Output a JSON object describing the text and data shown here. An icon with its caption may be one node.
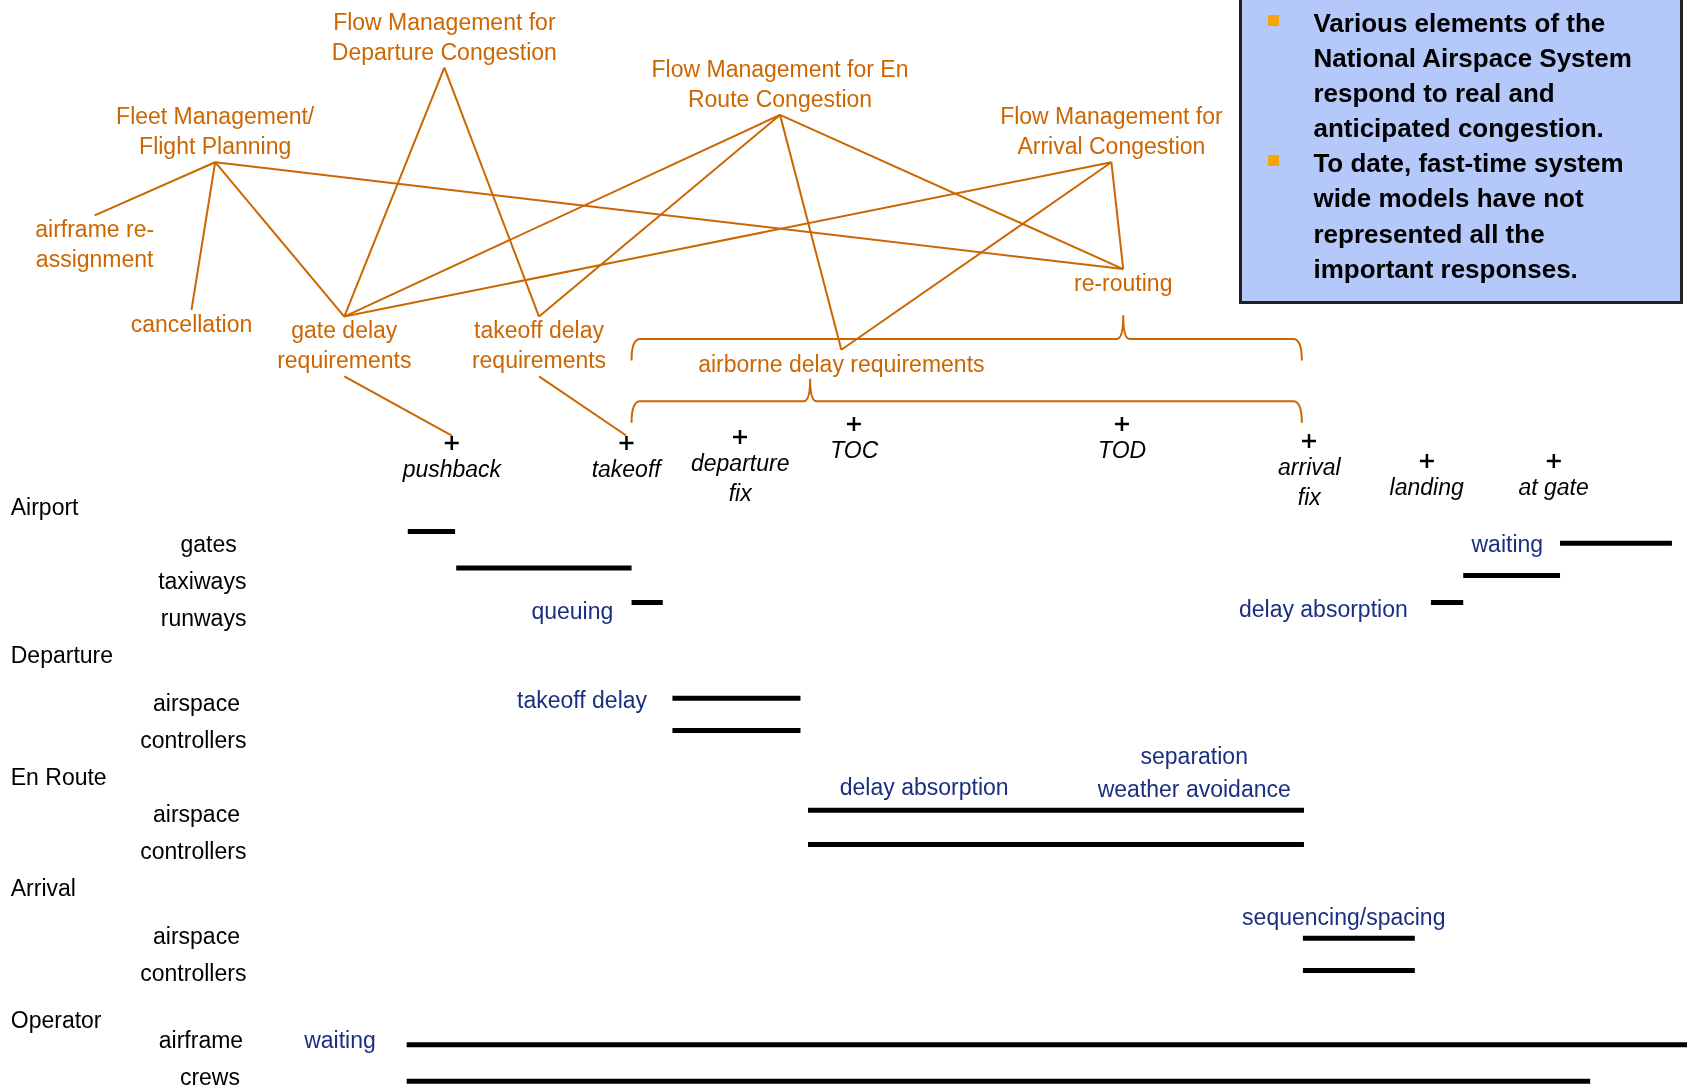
{
  "diagram": {
    "nodes": [
      {
        "text": [
          "Flow Management for Departure Congestion"
        ]
      },
      {
        "text": [
          "Flow Management for En Route Congestion"
        ]
      },
      {
        "text": [
          "Fleet Management/ Flight Planning"
        ]
      },
      {
        "text": [
          "Flow Management for Arrival Congestion"
        ]
      },
      {
        "text": [
          "airframe re-assignment"
        ]
      },
      {
        "text": [
          "cancellation"
        ]
      },
      {
        "text": [
          "gate delay requirements"
        ]
      },
      {
        "text": [
          "takeoff delay requirements"
        ]
      },
      {
        "text": [
          "re-routing"
        ]
      },
      {
        "text": [
          "airborne delay requirements"
        ]
      },
      {
        "text": [
          "pushback"
        ]
      },
      {
        "text": [
          "takeoff"
        ]
      },
      {
        "text": [
          "departure fix"
        ]
      },
      {
        "text": [
          "TOC"
        ]
      },
      {
        "text": [
          "TOD"
        ]
      },
      {
        "text": [
          "arrival fix"
        ]
      },
      {
        "text": [
          "landing"
        ]
      },
      {
        "text": [
          "at gate"
        ]
      }
    ],
    "edges": [
      {
        "from": 2,
        "to": 4,
        "arrow": "none"
      },
      {
        "from": 2,
        "to": 5,
        "arrow": "none"
      },
      {
        "from": 2,
        "to": 6,
        "arrow": "none"
      },
      {
        "from": 2,
        "to": 8,
        "arrow": "none"
      },
      {
        "from": 0,
        "to": 6,
        "arrow": "none"
      },
      {
        "from": 0,
        "to": 7,
        "arrow": "none"
      },
      {
        "from": 1,
        "to": 6,
        "arrow": "none"
      },
      {
        "from": 1,
        "to": 7,
        "arrow": "none"
      },
      {
        "from": 1,
        "to": 9,
        "arrow": "none"
      },
      {
        "from": 1,
        "to": 8,
        "arrow": "none"
      },
      {
        "from": 3,
        "to": 6,
        "arrow": "none"
      },
      {
        "from": 3,
        "to": 9,
        "arrow": "none"
      },
      {
        "from": 3,
        "to": 8,
        "arrow": "none"
      },
      {
        "from": 6,
        "to": 10,
        "arrow": "none"
      },
      {
        "from": 7,
        "to": 11,
        "arrow": "none"
      }
    ],
    "labels": [
      "Various elements of the National Airspace System respond to real and anticipated congestion.",
      "To date, fast-time system wide models have not represented all the important responses.",
      "Airport",
      "gates",
      "waiting",
      "taxiways",
      "delay absorption",
      "queuing",
      "runways",
      "Departure",
      "airspace",
      "takeoff delay",
      "controllers",
      "separation",
      "En Route",
      "delay absorption",
      "weather avoidance",
      "airspace",
      "controllers",
      "Arrival",
      "sequencing/spacing",
      "airspace",
      "controllers",
      "Operator",
      "airframe",
      "waiting",
      "crews"
    ]
  }
}
